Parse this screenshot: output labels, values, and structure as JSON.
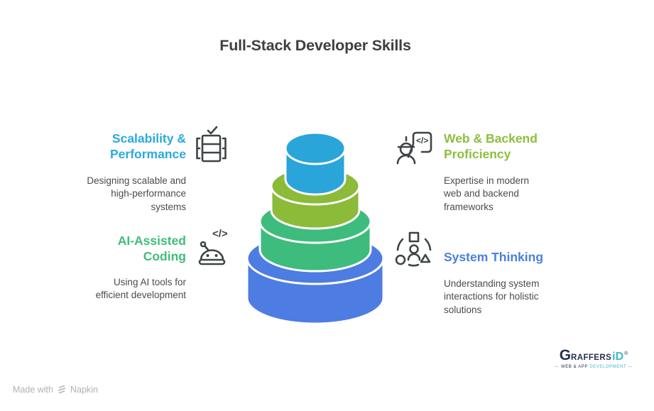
{
  "title": "Full-Stack Developer Skills",
  "skills": [
    {
      "heading": "Scalability & Performance",
      "heading_lines": [
        "Scalability &",
        "Performance"
      ],
      "description": "Designing scalable and high-performance systems",
      "desc_lines": [
        "Designing scalable and",
        "high-performance",
        "systems"
      ],
      "color": "#2ba9df",
      "icon": "server-check-icon"
    },
    {
      "heading": "Web & Backend Proficiency",
      "heading_lines": [
        "Web & Backend",
        "Proficiency"
      ],
      "description": "Expertise in modern web and backend frameworks",
      "desc_lines": [
        "Expertise in modern",
        "web and backend",
        "frameworks"
      ],
      "color": "#8cbf3f",
      "icon": "engineer-code-document-icon"
    },
    {
      "heading": "AI-Assisted Coding",
      "heading_lines": [
        "AI-Assisted",
        "Coding"
      ],
      "description": "Using AI tools for efficient development",
      "desc_lines": [
        "Using AI tools for",
        "efficient development"
      ],
      "color": "#3dbe7b",
      "icon": "robot-code-icon"
    },
    {
      "heading": "System Thinking",
      "heading_lines": [
        "System Thinking"
      ],
      "description": "Understanding system interactions for holistic solutions",
      "desc_lines": [
        "Understanding system",
        "interactions for holistic",
        "solutions"
      ],
      "color": "#4b7fe0",
      "icon": "system-shapes-icon"
    }
  ],
  "stack": {
    "tiers": [
      {
        "position": "bottom",
        "color": "#4d7ce2"
      },
      {
        "position": "second",
        "color": "#3ebc7d"
      },
      {
        "position": "third",
        "color": "#8cba39"
      },
      {
        "position": "top",
        "color": "#29a5d9"
      }
    ]
  },
  "footer": {
    "made_with": "Made with",
    "brand": "Napkin"
  },
  "logo": {
    "g": "G",
    "rest": "RAFFERS",
    "id": "iD",
    "reg": "®",
    "dash": "—",
    "tagline_left": "WEB & APP",
    "tagline_right": "DEVELOPMENT"
  }
}
